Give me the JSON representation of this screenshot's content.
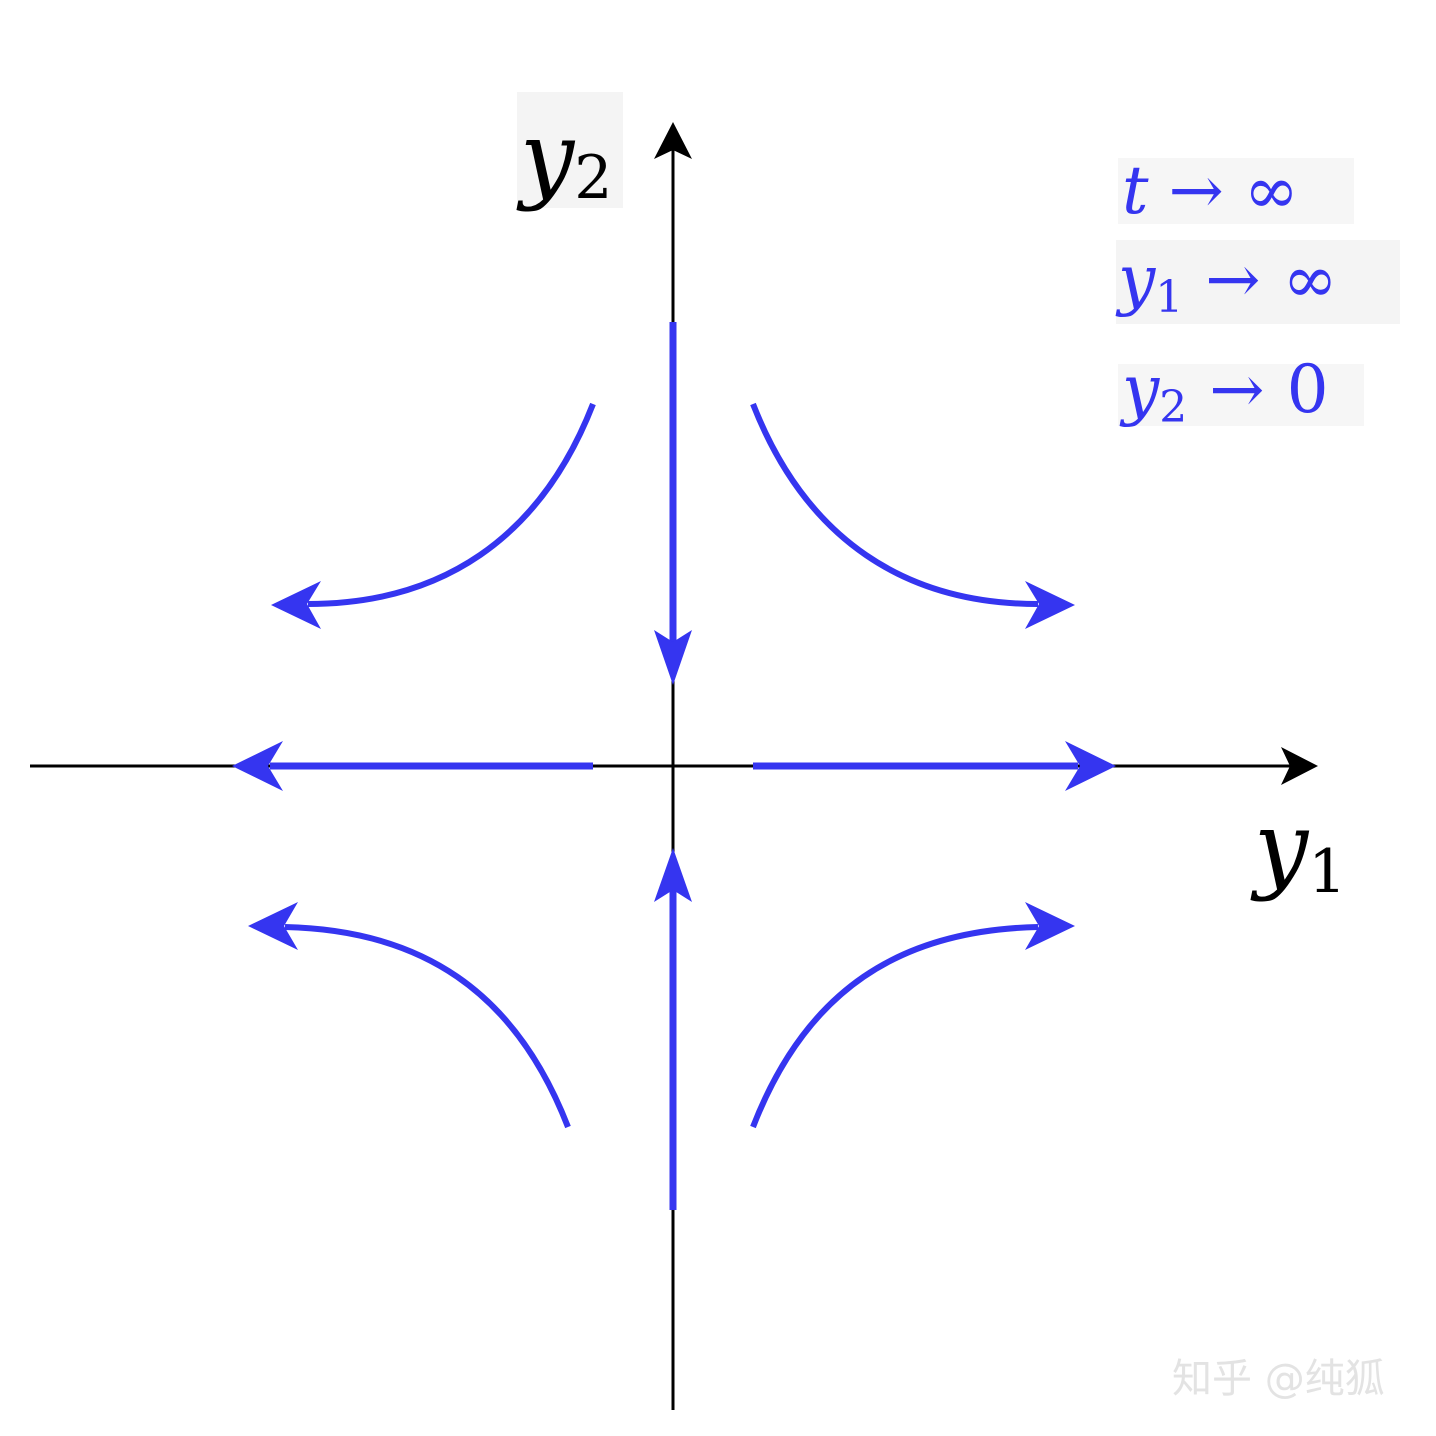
{
  "axes": {
    "y_axis_label": {
      "var": "y",
      "sub": "2"
    },
    "x_axis_label": {
      "var": "y",
      "sub": "1"
    }
  },
  "legend": {
    "line1": {
      "var": "t",
      "arrow": "→",
      "limit": "∞"
    },
    "line2": {
      "var": "y",
      "sub": "1",
      "arrow": "→",
      "limit": "∞"
    },
    "line3": {
      "var": "y",
      "sub": "2",
      "arrow": "→",
      "limit": "0"
    }
  },
  "watermark": {
    "text": "知乎 @纯狐"
  },
  "colors": {
    "axis": "#000000",
    "flow": "#3535f0",
    "legend_text": "#3535f0",
    "label_bg": "#f4f4f4",
    "watermark": "#e6e6e6"
  },
  "icons": {
    "axis_arrowhead": "triangle-arrow-icon",
    "flow_arrowhead": "notched-arrow-icon"
  }
}
